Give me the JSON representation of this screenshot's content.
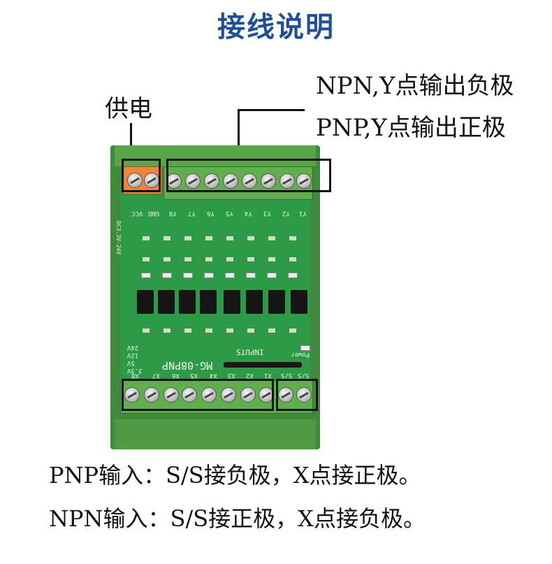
{
  "title": "接线说明",
  "labels": {
    "power": "供电",
    "npn_output": "NPN,Y点输出负极",
    "pnp_output": "PNP,Y点输出正极"
  },
  "notes": {
    "pnp_input": "PNP输入：S/S接负极，X点接正极。",
    "npn_input": "NPN输入：S/S接正极，X点接负极。"
  },
  "board": {
    "model": "MG-08PNP",
    "inputs_label": "INPUTS",
    "power_label": "Power",
    "voltage_range": "DC3.3V-24V",
    "top_terminals": [
      "VCC",
      "GND",
      "Y8",
      "Y7",
      "Y6",
      "Y5",
      "Y4",
      "Y3",
      "Y2",
      "Y1"
    ],
    "bottom_terminals": [
      "X8",
      "X7",
      "X6",
      "X5",
      "X4",
      "X3",
      "X2",
      "X1",
      "S/S",
      "S/S"
    ],
    "voltage_options": [
      "24V",
      "12V",
      "5V",
      "3.3V"
    ],
    "colors": {
      "pcb": "#2c9a46",
      "housing": "#3f8a3c",
      "power_terminal": "#f08437"
    }
  }
}
